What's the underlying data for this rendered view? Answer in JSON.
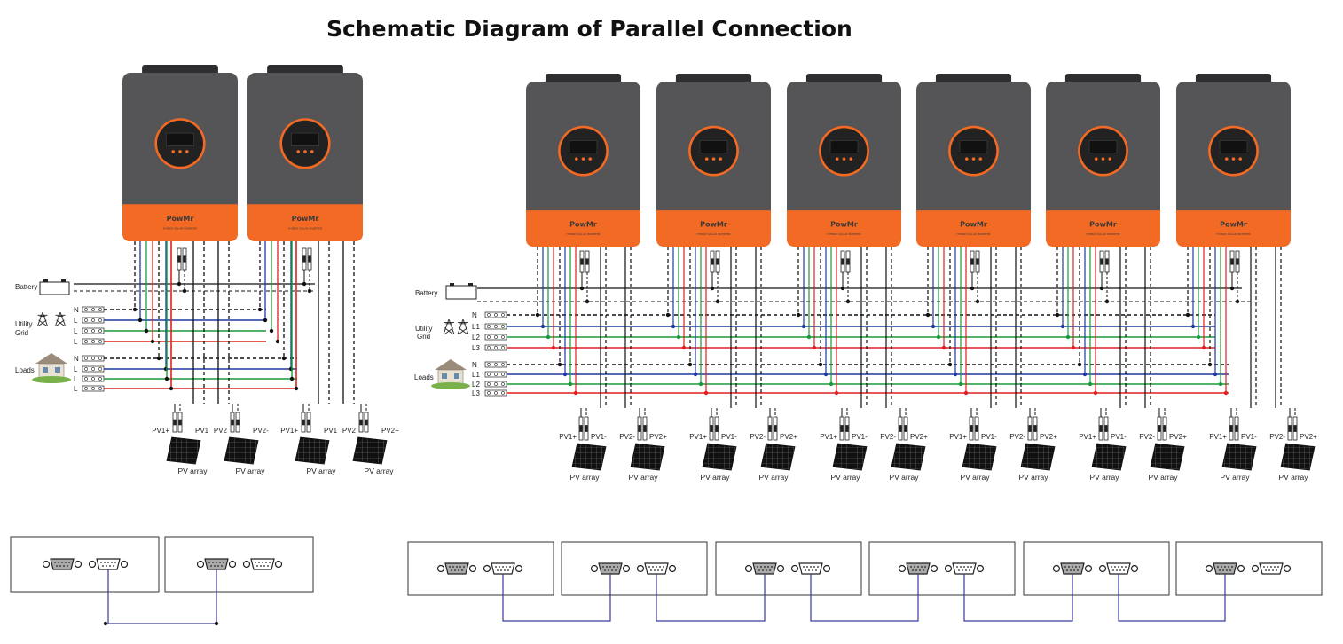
{
  "title": "Schematic Diagram of Parallel Connection",
  "brand": "PowMr",
  "brand_tagline": "HYBRID SOLAR INVERTER",
  "labels": {
    "battery": "Battery",
    "utility_left": [
      "Utility",
      "Grid"
    ],
    "utility_right": [
      "Utility",
      "Grid"
    ],
    "loads": "Loads",
    "pv_array": "PV array",
    "left_phase_lines": [
      "N",
      "L",
      "L",
      "L"
    ],
    "right_phase_lines": [
      "N",
      "L1",
      "L2",
      "L3"
    ]
  },
  "left_pv_groups": [
    {
      "terminals": [
        "PV1+",
        "PV1"
      ]
    },
    {
      "terminals": [
        "PV2",
        "PV2-"
      ]
    },
    {
      "terminals": [
        "PV1+",
        "PV1"
      ]
    },
    {
      "terminals": [
        "PV2",
        "PV2+"
      ]
    }
  ],
  "right_pv_labels": [
    "PV1+",
    "PV1-",
    "PV2-",
    "PV2+"
  ],
  "left_system": {
    "inverter_count": 2,
    "comm_port_panels": 2
  },
  "right_system": {
    "inverter_count": 6,
    "comm_port_panels": 6
  },
  "colors": {
    "inverter_body": "#555456",
    "inverter_bottom": "#f26a24",
    "line_neutral": "#111111",
    "line_l1": "#1f3aa0",
    "line_l2": "#1a9a3a",
    "line_l3": "#e02020",
    "comm_link": "#3a3aa0"
  }
}
